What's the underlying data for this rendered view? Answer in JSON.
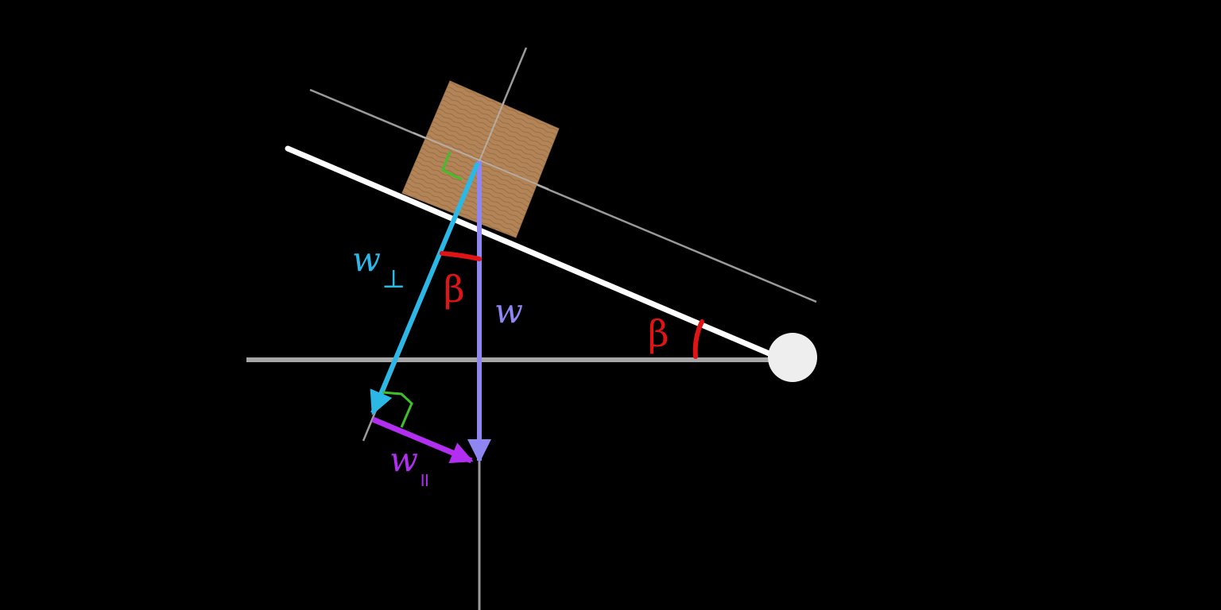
{
  "diagram": {
    "labels": {
      "weight": "w",
      "perp_component": "w",
      "perp_subscript": "⊥",
      "par_component": "w",
      "par_subscript": "॥",
      "angle_incline": "β",
      "angle_between": "β"
    },
    "colors": {
      "background": "#000000",
      "incline": "#ffffff",
      "guide_line": "#9a9a9a",
      "ground": "#a6a6a6",
      "pivot": "#eeeeee",
      "block": "#b38458",
      "block_grain": "#8c6238",
      "weight_arrow": "#8f86f2",
      "perp_arrow": "#2bb8e6",
      "par_arrow": "#b22ef0",
      "angle": "#e01414",
      "right_angle": "#3fbf2a"
    }
  }
}
